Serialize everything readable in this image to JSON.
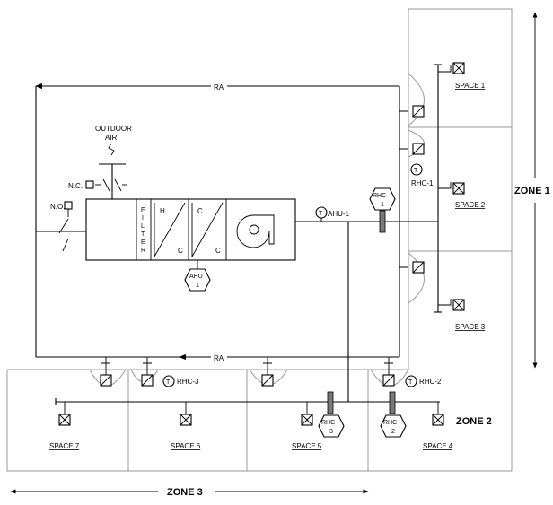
{
  "labels": {
    "ra": "RA",
    "outdoor_air_1": "OUTDOOR",
    "outdoor_air_2": "AIR",
    "nc": "N.C.",
    "no": "N.O.",
    "filter": [
      "F",
      "I",
      "L",
      "T",
      "E",
      "R"
    ],
    "coil_h": "H",
    "coil_c": "C",
    "thermostat": "T",
    "ahu_name": "AHU",
    "ahu_num": "1",
    "ahu_tstat": "AHU-1",
    "rhc": "RHC",
    "rhc1_tstat": "RHC-1",
    "rhc2_tstat": "RHC-2",
    "rhc3_tstat": "RHC-3"
  },
  "reheat_coils": [
    {
      "name": "RHC",
      "num": "1"
    },
    {
      "name": "RHC",
      "num": "2"
    },
    {
      "name": "RHC",
      "num": "3"
    }
  ],
  "spaces": [
    "SPACE 1",
    "SPACE 2",
    "SPACE 3",
    "SPACE 4",
    "SPACE 5",
    "SPACE 6",
    "SPACE 7"
  ],
  "zones": [
    "ZONE 1",
    "ZONE 2",
    "ZONE 3"
  ]
}
